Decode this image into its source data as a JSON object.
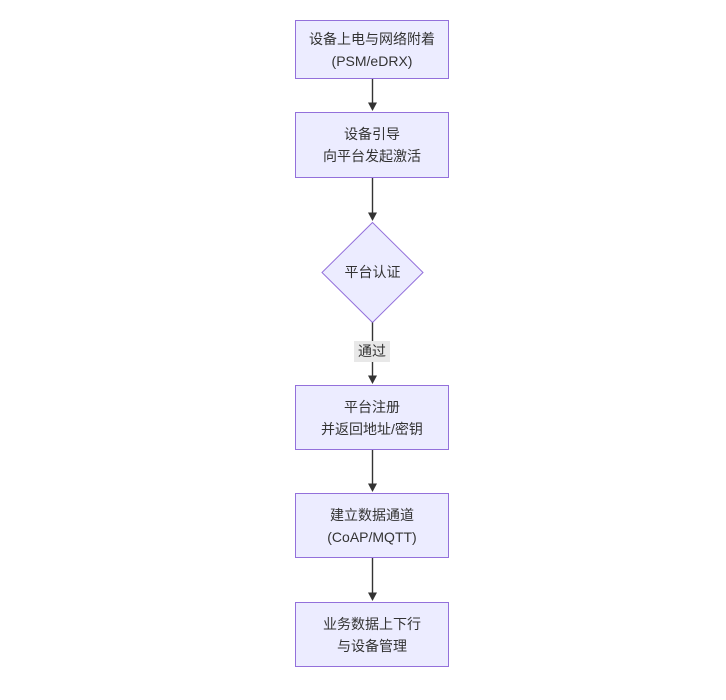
{
  "diagram": {
    "type": "flowchart",
    "direction": "top-down",
    "colors": {
      "background": "#ffffff",
      "node_fill": "#ececff",
      "node_border": "#9370db",
      "connector": "#333333",
      "edge_label_bg": "#e8e8e8",
      "text": "#333333"
    },
    "nodes": [
      {
        "id": "power-attach",
        "shape": "rect",
        "line1": "设备上电与网络附着",
        "line2": "(PSM/eDRX)"
      },
      {
        "id": "bootstrap",
        "shape": "rect",
        "line1": "设备引导",
        "line2": "向平台发起激活"
      },
      {
        "id": "platform-auth",
        "shape": "diamond",
        "line1": "平台认证"
      },
      {
        "id": "register",
        "shape": "rect",
        "line1": "平台注册",
        "line2": "并返回地址/密钥"
      },
      {
        "id": "data-channel",
        "shape": "rect",
        "line1": "建立数据通道",
        "line2": "(CoAP/MQTT)"
      },
      {
        "id": "business-data",
        "shape": "rect",
        "line1": "业务数据上下行",
        "line2": "与设备管理"
      }
    ],
    "edges": [
      {
        "from": "power-attach",
        "to": "bootstrap"
      },
      {
        "from": "bootstrap",
        "to": "platform-auth"
      },
      {
        "from": "platform-auth",
        "to": "register",
        "label": "通过"
      },
      {
        "from": "register",
        "to": "data-channel"
      },
      {
        "from": "data-channel",
        "to": "business-data"
      }
    ]
  }
}
